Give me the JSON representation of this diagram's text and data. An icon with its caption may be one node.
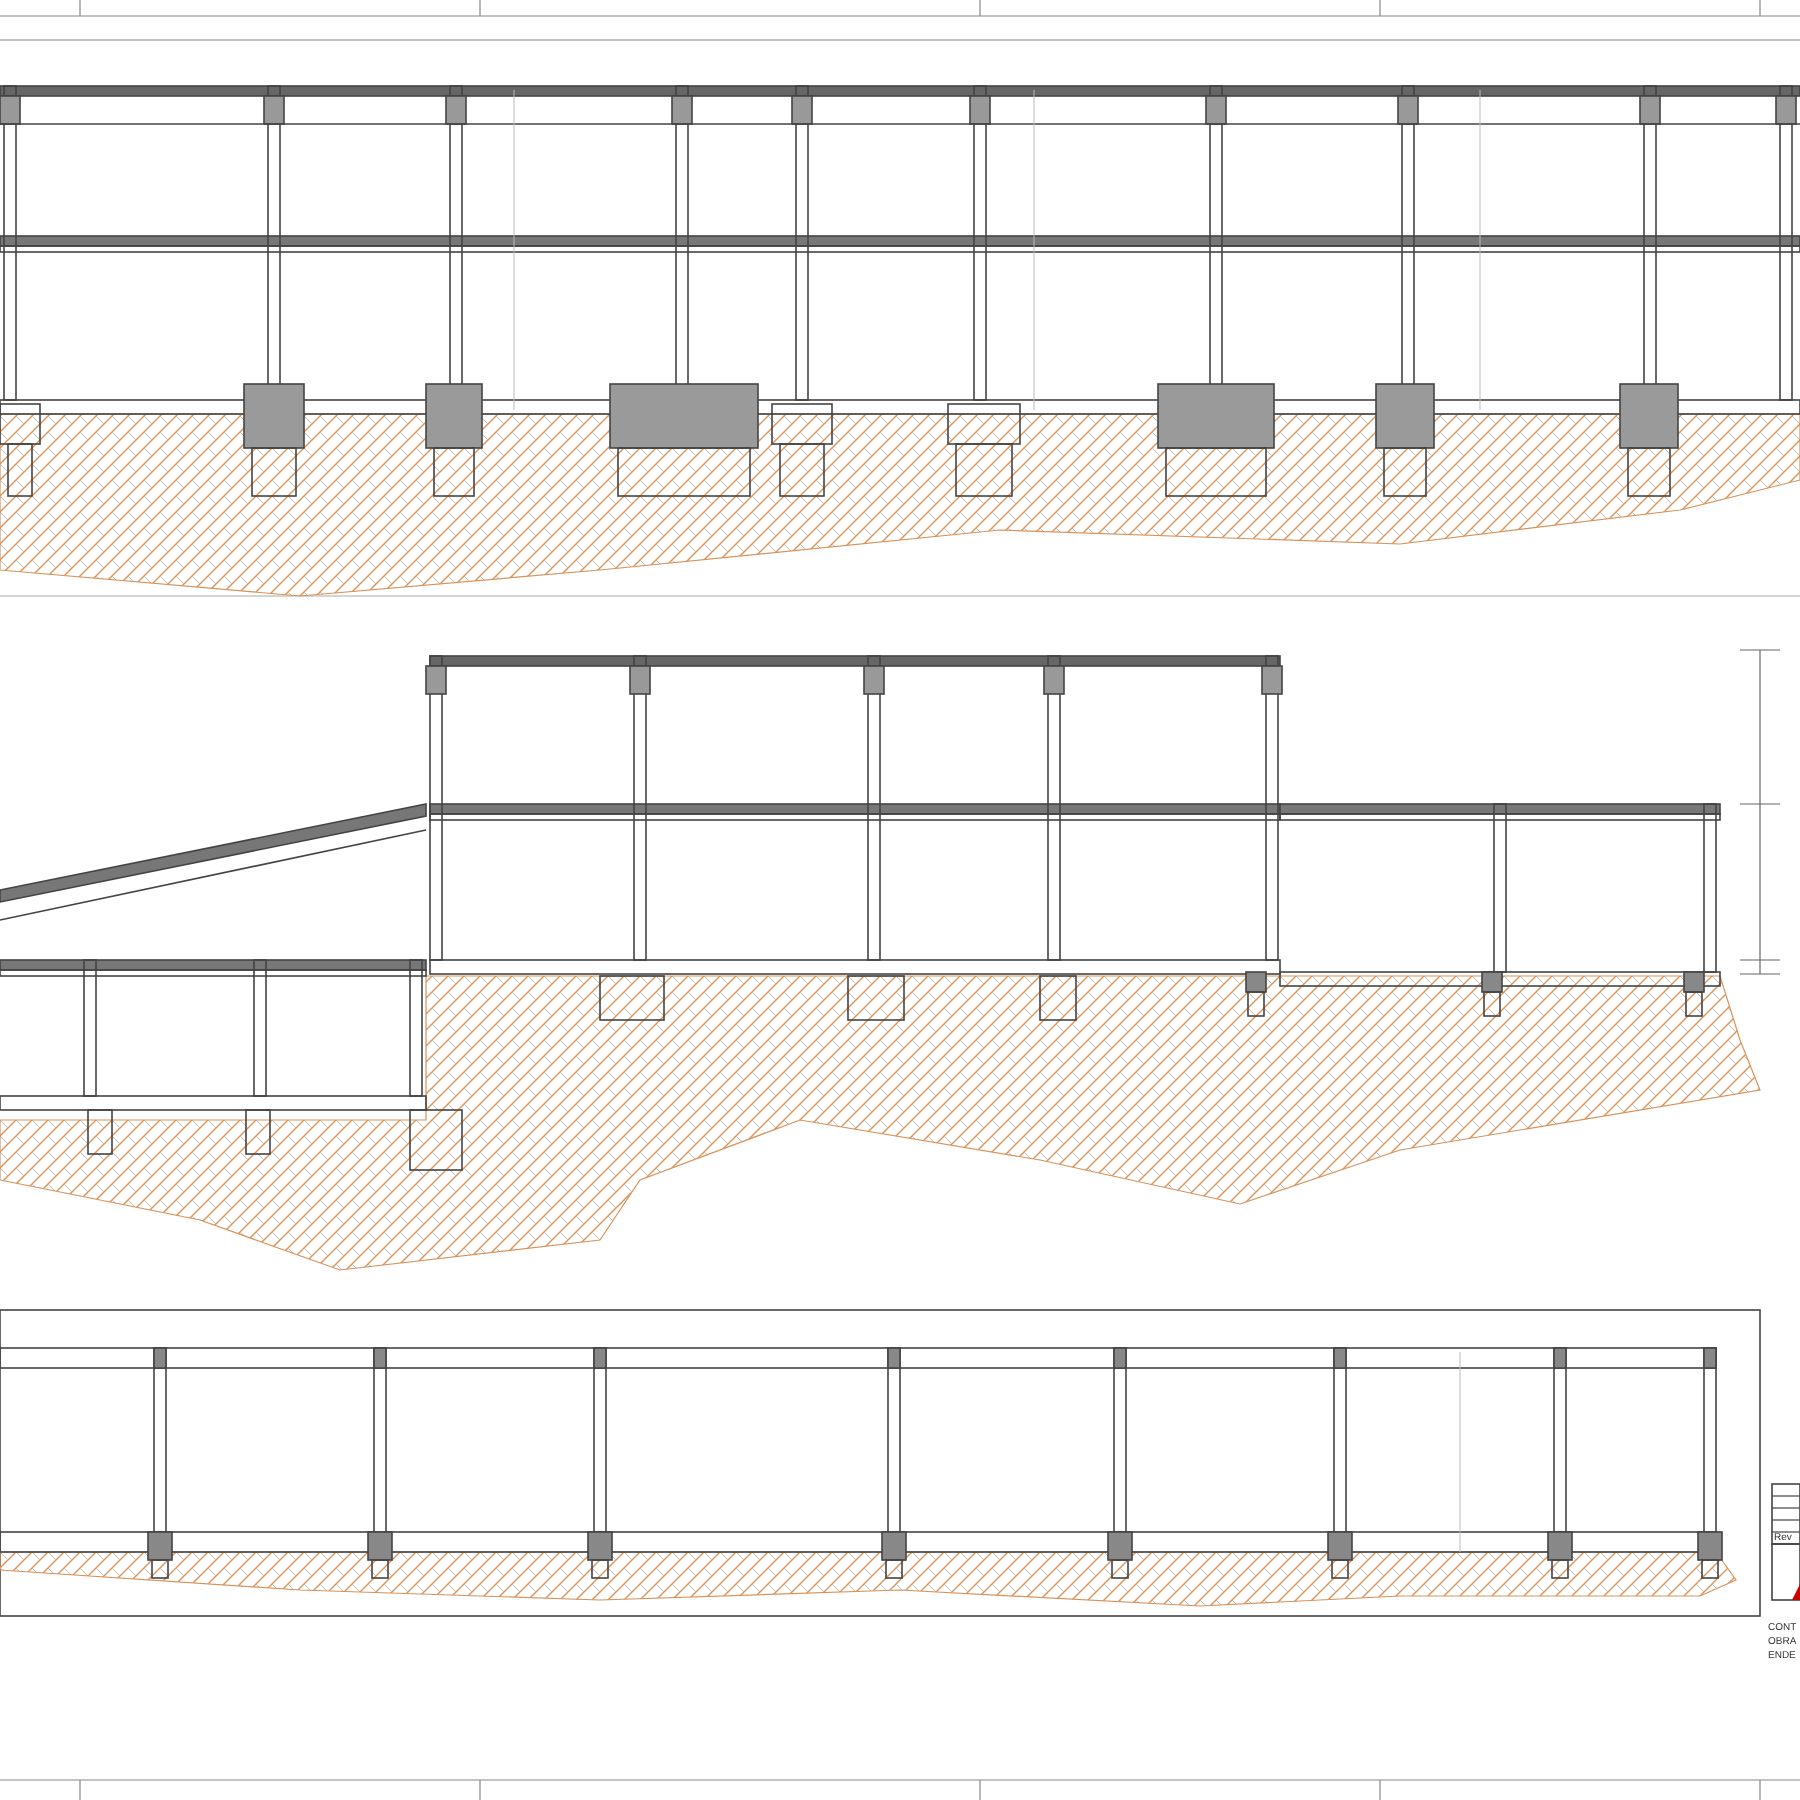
{
  "diagram": {
    "labels": [
      "Rev",
      "CONT",
      "OBRA",
      "ENDE"
    ]
  }
}
